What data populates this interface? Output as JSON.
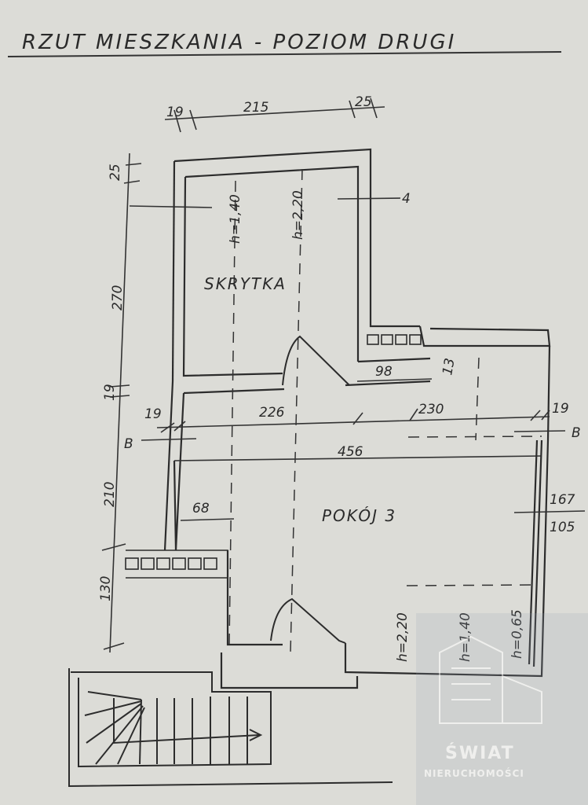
{
  "title": "RZUT MIESZKANIA - POZIOM DRUGI",
  "rooms": {
    "storage": "SKRYTKA",
    "room3": "POKÓJ 3"
  },
  "dimensions": {
    "top_19": "19",
    "top_215": "215",
    "top_25": "25",
    "left_25": "25",
    "left_270": "270",
    "left_19": "19",
    "left_210": "210",
    "left_130": "130",
    "mid_19": "19",
    "mid_226": "226",
    "mid_230": "230",
    "right_19": "19",
    "wide_456": "456",
    "step_98": "98",
    "step_13": "13",
    "stair_68": "68",
    "right_167": "167",
    "right_105": "105",
    "height_140_top": "h=1,40",
    "height_220_top": "h=2,20",
    "height_220_bottom": "h=2,20",
    "height_140_bottom": "h=1,40",
    "height_065": "h=0,65"
  },
  "markers": {
    "section_left": "B",
    "section_right": "B",
    "axis_4": "4"
  },
  "watermark": {
    "brand": "ŚWIAT",
    "sub": "NIERUCHOMOŚCI"
  }
}
